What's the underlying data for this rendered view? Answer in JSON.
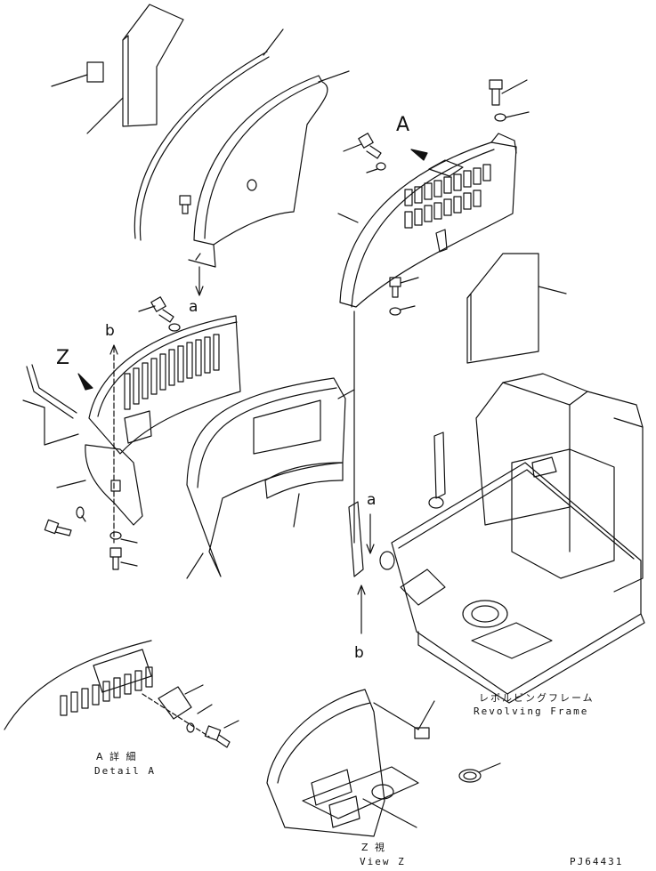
{
  "labels": {
    "view_a_marker": "A",
    "view_z_marker": "Z",
    "ref_a_top": "a",
    "ref_b_top": "b",
    "ref_a_frame": "a",
    "ref_b_frame": "b"
  },
  "captions": {
    "detail_a_jp": "A 詳 細",
    "detail_a_en": "Detail A",
    "frame_jp": "レボルビングフレーム",
    "frame_en": "Revolving Frame",
    "view_z_jp": "Z 視",
    "view_z_en": "View Z",
    "drawing_number": "PJ64431"
  },
  "colors": {
    "line": "#111111",
    "background": "#ffffff"
  }
}
